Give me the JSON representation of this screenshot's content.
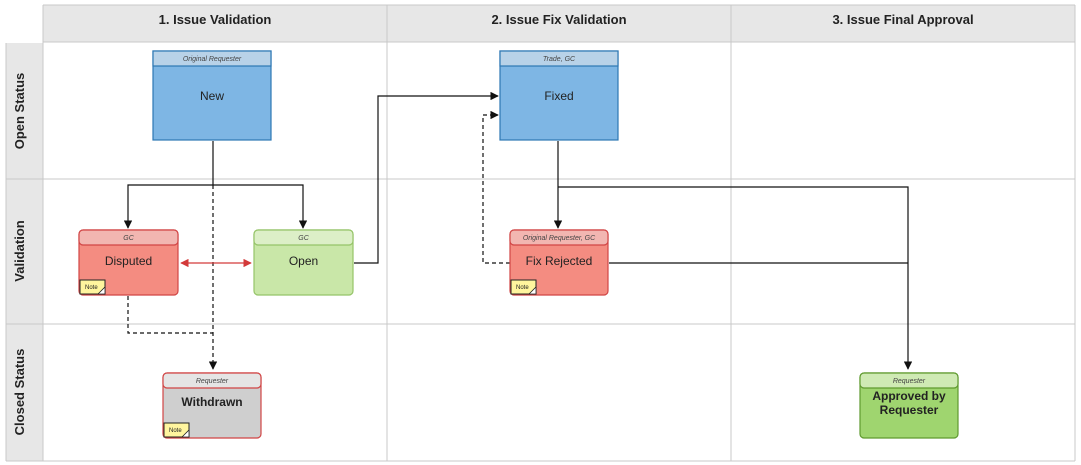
{
  "columns": [
    "1. Issue Validation",
    "2. Issue Fix Validation",
    "3. Issue Final Approval"
  ],
  "rows": [
    "Open Status",
    "Validation",
    "Closed Status"
  ],
  "cards": {
    "new": {
      "header": "Original Requester",
      "title": "New"
    },
    "fixed": {
      "header": "Trade, GC",
      "title": "Fixed"
    },
    "disputed": {
      "header": "GC",
      "title": "Disputed",
      "note": "Note"
    },
    "open": {
      "header": "GC",
      "title": "Open"
    },
    "fix_rejected": {
      "header": "Original Requester, GC",
      "title": "Fix Rejected",
      "note": "Note"
    },
    "withdrawn": {
      "header": "Requester",
      "title": "Withdrawn",
      "note": "Note"
    },
    "approved": {
      "header": "Requester",
      "title_line1": "Approved by",
      "title_line2": "Requester"
    }
  },
  "colors": {
    "header_background": "#e7e7e7",
    "grid": "#c8c8c8",
    "blue_fill": "#7eb6e4",
    "blue_header": "#b8d2e8",
    "blue_border": "#2d77b3",
    "red_fill": "#f48c81",
    "red_header": "#f2b6b1",
    "red_border": "#d14545",
    "green_fill": "#c9e7a8",
    "green_header": "#dcefc7",
    "green_border": "#95c468",
    "approved_fill": "#9fd56f",
    "approved_header": "#cfeab4",
    "approved_border": "#5f9a2f",
    "gray_fill": "#cfcfcf",
    "gray_header": "#e5e5e5",
    "note_fill": "#fff59e",
    "note_border": "#222222"
  }
}
